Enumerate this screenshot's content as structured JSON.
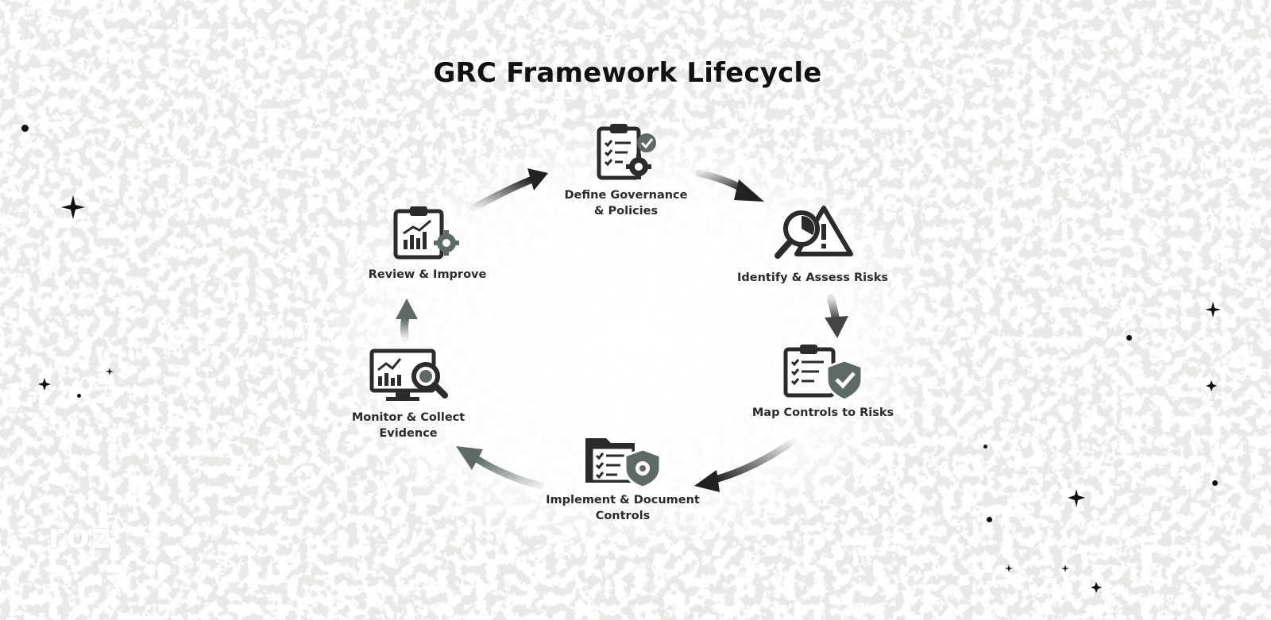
{
  "title": "GRC Framework Lifecycle",
  "brand": "roz",
  "colors": {
    "icon_dark": "#2b2b2b",
    "icon_gray": "#5e6a66",
    "arrow_dark": "#222222",
    "arrow_gray": "#5e6a66"
  },
  "steps": [
    {
      "label": "Define Governance & Policies",
      "icon": "clipboard-gear-check-icon"
    },
    {
      "label": "Identify & Assess Risks",
      "icon": "magnifier-warning-icon"
    },
    {
      "label": "Map Controls to Risks",
      "icon": "clipboard-shield-icon"
    },
    {
      "label": "Implement & Document Controls",
      "icon": "folder-shield-gear-icon"
    },
    {
      "label": "Monitor & Collect Evidence",
      "icon": "monitor-magnifier-icon"
    },
    {
      "label": "Review & Improve",
      "icon": "clipboard-chart-gear-icon"
    }
  ]
}
